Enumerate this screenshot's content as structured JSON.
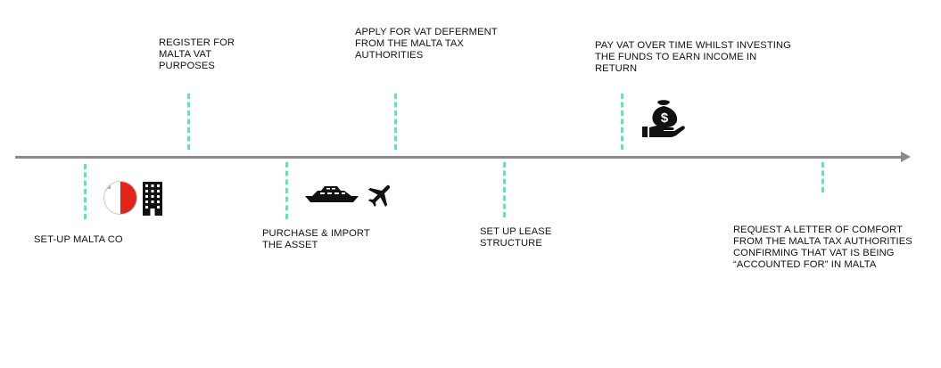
{
  "colors": {
    "accent": "#5fe3c0",
    "axis": "#8a8a8a",
    "flag_red": "#e2231a",
    "icon": "#111111"
  },
  "steps": [
    {
      "lines": [
        "SET-UP MALTA CO"
      ]
    },
    {
      "lines": [
        "REGISTER FOR",
        "MALTA VAT",
        "PURPOSES"
      ]
    },
    {
      "lines": [
        "PURCHASE & IMPORT",
        "THE ASSET"
      ]
    },
    {
      "lines": [
        "APPLY FOR VAT DEFERMENT",
        "FROM THE MALTA TAX",
        "AUTHORITIES"
      ]
    },
    {
      "lines": [
        "SET UP LEASE",
        "STRUCTURE"
      ]
    },
    {
      "lines": [
        "PAY VAT OVER TIME WHILST INVESTING",
        "THE FUNDS TO EARN INCOME IN",
        "RETURN"
      ]
    },
    {
      "lines": [
        "REQUEST A LETTER OF COMFORT",
        "FROM THE MALTA TAX AUTHORITIES",
        "CONFIRMING THAT VAT IS BEING",
        "“ACCOUNTED FOR” IN MALTA"
      ]
    }
  ],
  "icons": [
    "malta-flag-icon",
    "building-icon",
    "yacht-icon",
    "airplane-icon",
    "money-bag-hand-icon"
  ]
}
